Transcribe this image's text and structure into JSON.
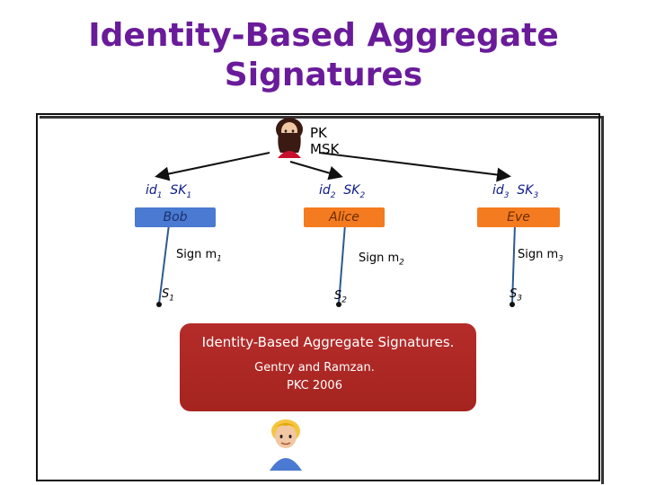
{
  "title": {
    "line1": "Identity-Based Aggregate",
    "line2": "Signatures"
  },
  "authority": {
    "line1": "PK",
    "line2": "MSK",
    "icon": "woman-avatar-icon"
  },
  "users": [
    {
      "id_prefix": "id",
      "id_sub": "1",
      "sk_prefix": "SK",
      "sk_sub": "1",
      "name": "Bob",
      "sign_prefix": "Sign m",
      "sign_sub": "1",
      "sig_prefix": "S",
      "sig_sub": "1"
    },
    {
      "id_prefix": "id",
      "id_sub": "2",
      "sk_prefix": "SK",
      "sk_sub": "2",
      "name": "Alice",
      "sign_prefix": "Sign m",
      "sign_sub": "2",
      "sig_prefix": "S",
      "sig_sub": "2"
    },
    {
      "id_prefix": "id",
      "id_sub": "3",
      "sk_prefix": "SK",
      "sk_sub": "3",
      "name": "Eve",
      "sign_prefix": "Sign m",
      "sign_sub": "3",
      "sig_prefix": "S",
      "sig_sub": "3"
    }
  ],
  "reference": {
    "title": "Identity-Based Aggregate Signatures.",
    "authors": "Gentry and Ramzan.",
    "venue": "PKC 2006"
  },
  "aggregator": {
    "icon": "man-avatar-icon"
  },
  "colors": {
    "title": "#6a1b9a",
    "bob_box": "#4a7ad1",
    "other_box": "#f47b20",
    "reference_box": "#b52c2a"
  }
}
